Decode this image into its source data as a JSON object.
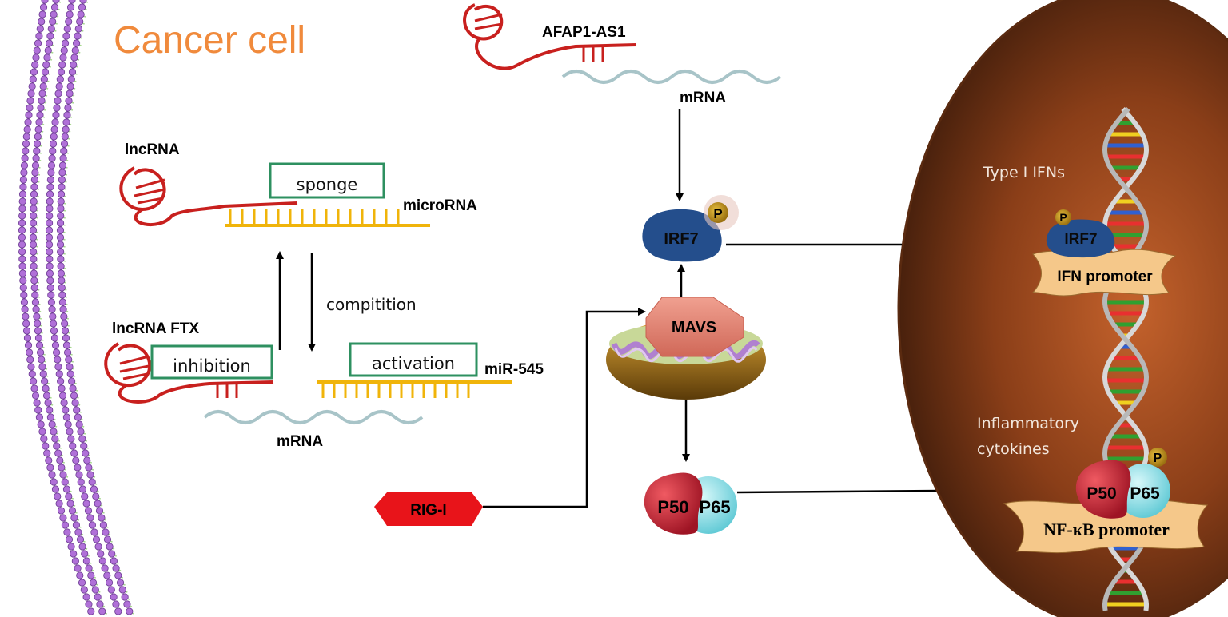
{
  "diagram": {
    "title": "Cancer cell",
    "lncrna_label": "lncRNA",
    "sponge_label": "sponge",
    "microrna_label": "microRNA",
    "competition_label": "compitition",
    "lncrna_ftx_label": "lncRNA FTX",
    "inhibition_label": "inhibition",
    "activation_label": "activation",
    "mir545_label": "miR-545",
    "mrna_label_left": "mRNA",
    "afap_label": "AFAP1-AS1",
    "mrna_label_top": "mRNA",
    "irf7_label": "IRF7",
    "phospho_label": "P",
    "mavs_label": "MAVS",
    "rigi_label": "RIG-I",
    "p50_label": "P50",
    "p65_label": "P65",
    "type1_label": "Type I IFNs",
    "irf7_nuc_label": "IRF7",
    "phospho_nuc_label": "P",
    "ifn_promoter_label": "IFN promoter",
    "inflam_line1": "Inflammatory",
    "inflam_line2": "cytokines",
    "p50_nuc_label": "P50",
    "p65_nuc_label": "P65",
    "phospho_nuc2_label": "P",
    "nfkb_promoter_label": "NF-κB promoter"
  },
  "colors": {
    "title": "#f08a3c",
    "rna_red": "#c8201e",
    "rna_yellow": "#f0b40a",
    "mrna_gray": "#a8c4c8",
    "box_green": "#2e9060",
    "irf7_blue": "#244e8c",
    "rigi_red": "#e8141a",
    "mavs_pink": "#e48070",
    "p50_red": "#d6283a",
    "p65_cyan": "#8ee0e8",
    "nucleus_dark": "#3a1e0e",
    "nucleus_light": "#c2602a",
    "promoter": "#f5c88a",
    "membrane_purple": "#b070d8"
  }
}
